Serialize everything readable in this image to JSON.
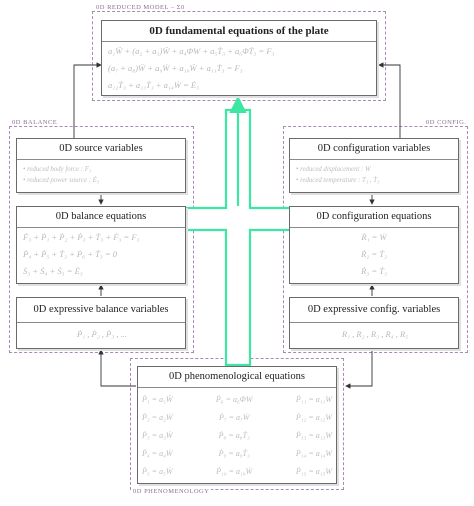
{
  "regions": {
    "reduced_model": "0D REDUCED MODEL – Σ0",
    "balance": "0D BALANCE",
    "config": "0D CONFIG.",
    "phenomenology": "0D PHENOMENOLOGY"
  },
  "boxes": {
    "fundamental": {
      "title": "0D fundamental equations of the plate",
      "lines": [
        "a₁Ẅ + (a₂ + a₃)Ẅ + a₄ΦW + a₅Ṫ₃ + a₆ΦṪ₃ = F₃",
        "(a₇ + a₈)Ẅ + a₉Ẇ + a₁₀Ẅ + a₁₁Ṫ₃ = F₃",
        "a₁₂Ṫ₃ + a₁₃Ṫ₃ + a₁₄Ẇ = Ė₃"
      ]
    },
    "source": {
      "title": "0D source variables",
      "bullets": [
        "reduced body force : F₃",
        "reduced power source : Ė₃"
      ]
    },
    "balance": {
      "title": "0D balance equations",
      "lines": [
        "Ḟ₃ + Ṗ₁ + Ṗ₂ + Ṗ₃ + Ṫ₃ + Ḟ₃ = F₃",
        "Ṗ₄ + Ṗ₅ + Ṫ₃ + Ṗ₆ + Ṫ₃ = 0",
        "Ṡ₃ + Ṡ₄ + Ṡ₅ = Ė₃"
      ]
    },
    "expressive_balance": {
      "title": "0D expressive balance variables",
      "line": "Ṗ₁ , Ṗ₂ , Ṗ₃ , ..."
    },
    "configuration": {
      "title": "0D configuration variables",
      "bullets": [
        "reduced displacement : W",
        "reduced temperature : T₃ , Ṫ₃"
      ]
    },
    "config_eqs": {
      "title": "0D configuration equations",
      "lines": [
        "Ṙ₁ = Ẇ",
        "Ṙ₂ = Ṫ₃",
        "Ṙ₃ = Ṫ₃"
      ]
    },
    "expressive_config": {
      "title": "0D expressive config. variables",
      "line": "R₁ , R₂ , R₃ , R₄ , R₅"
    },
    "phenomenological": {
      "title": "0D phenomenological equations",
      "rows": [
        [
          "Ṗ₁ = a₁Ẅ",
          "Ṗ₆ = a₆ΦW",
          "Ṗ₁₁ = a₁₁W"
        ],
        [
          "Ṗ₂ = a₂Ẇ",
          "Ṗ₇ = a₇Ẇ",
          "Ṗ₁₂ = a₁₂W"
        ],
        [
          "Ṗ₃ = a₃Ẇ",
          "Ṗ₈ = a₈Ṫ₃",
          "Ṗ₁₃ = a₁₃W"
        ],
        [
          "Ṗ₄ = a₄Ẇ",
          "Ṗ₉ = a₉Ṫ₃",
          "Ṗ₁₄ = a₁₄W"
        ],
        [
          "Ṗ₅ = a₅Ẇ",
          "Ṗ₁₀ = a₁₀Ẇ",
          "Ṗ₁₅ = a₁₅W"
        ]
      ]
    }
  },
  "colors": {
    "highlight": "#3ee6a3",
    "region_border": "#a98ab5",
    "box_border": "#6a6a6a",
    "arrow": "#333333"
  }
}
